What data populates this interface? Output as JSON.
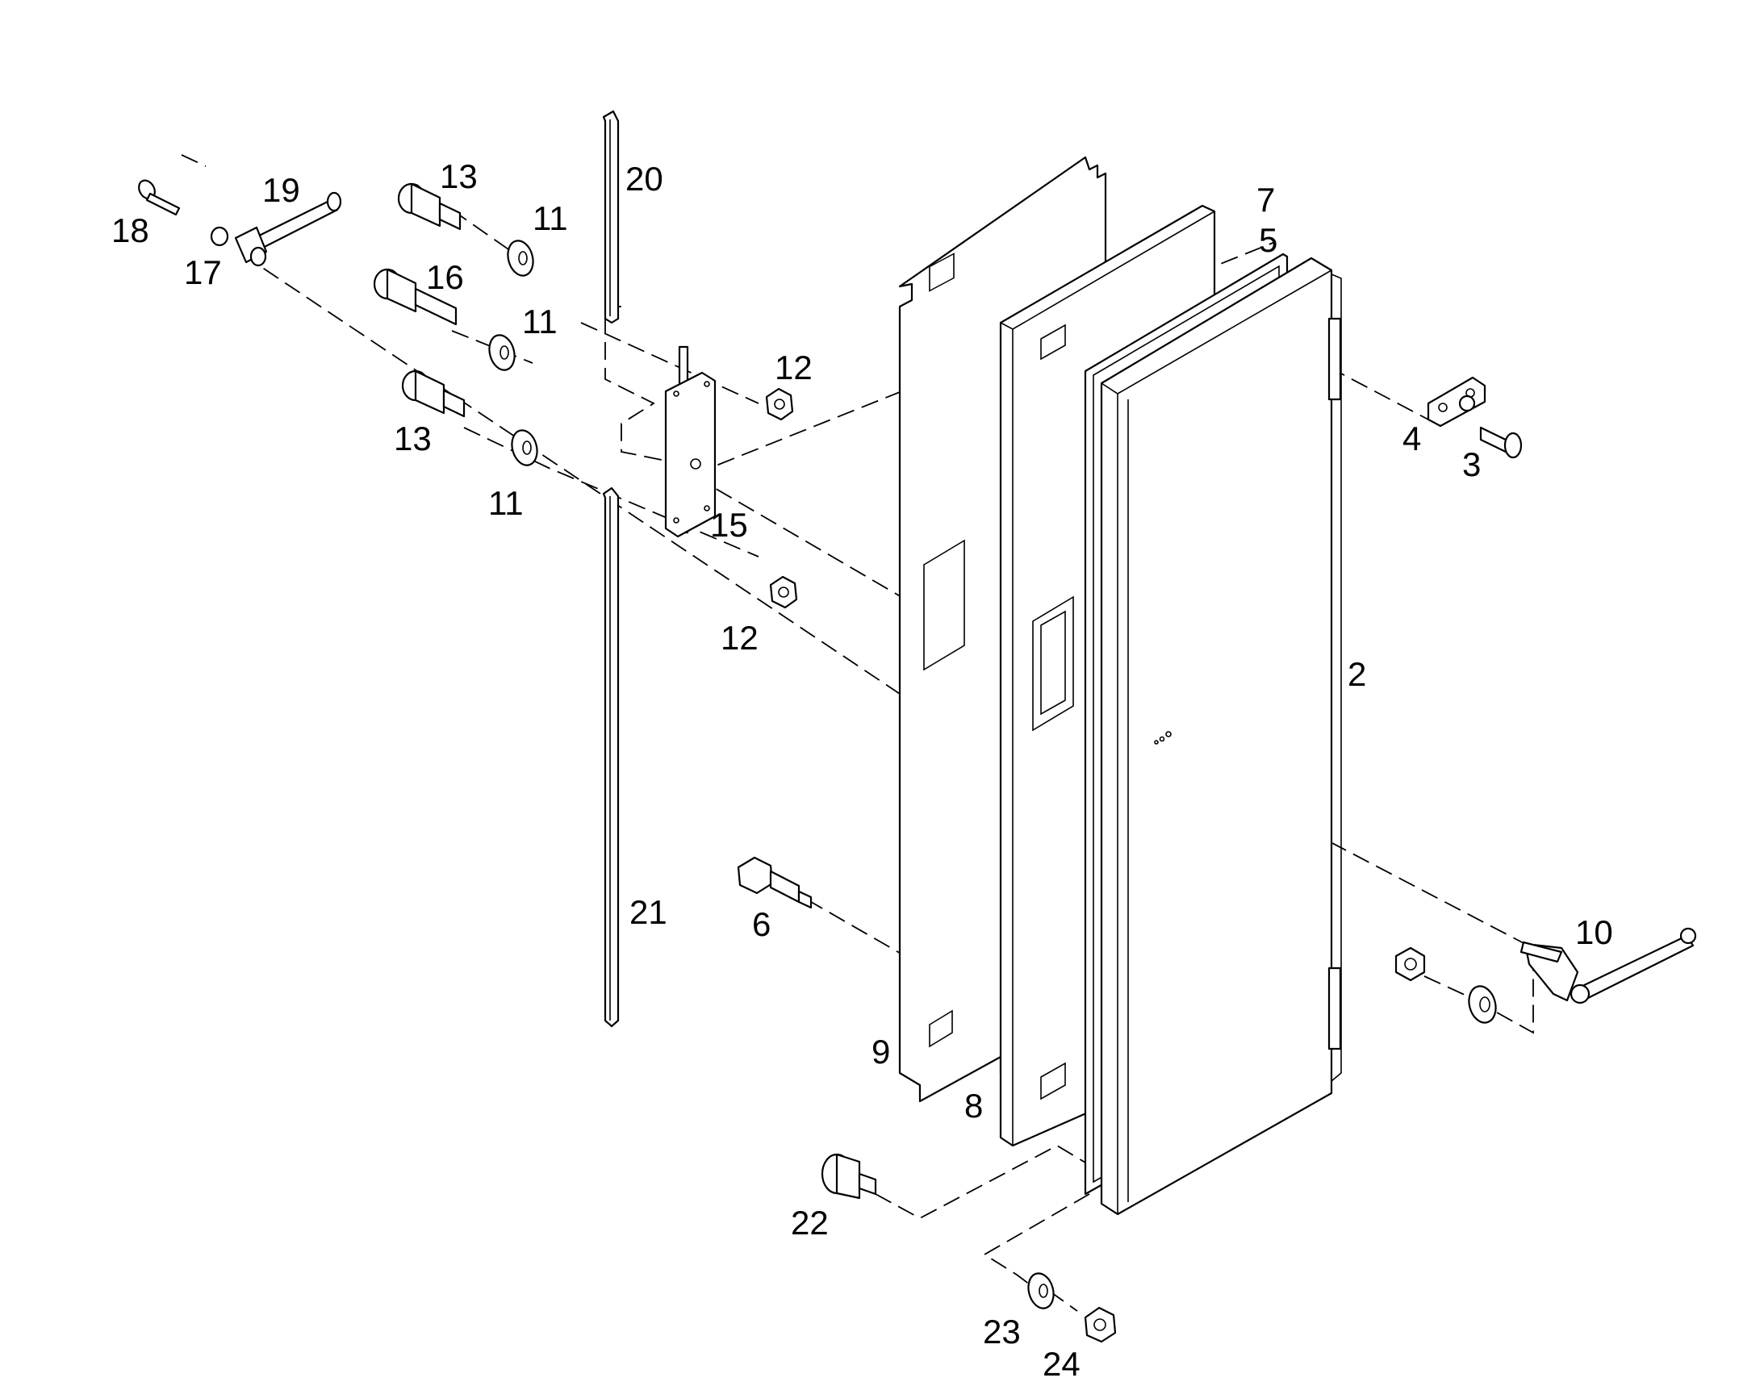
{
  "diagram": {
    "callouts": [
      {
        "id": "18",
        "text": "18"
      },
      {
        "id": "19",
        "text": "19"
      },
      {
        "id": "17",
        "text": "17"
      },
      {
        "id": "13a",
        "text": "13"
      },
      {
        "id": "11a",
        "text": "11"
      },
      {
        "id": "16",
        "text": "16"
      },
      {
        "id": "11b",
        "text": "11"
      },
      {
        "id": "13b",
        "text": "13"
      },
      {
        "id": "11c",
        "text": "11"
      },
      {
        "id": "20",
        "text": "20"
      },
      {
        "id": "12a",
        "text": "12"
      },
      {
        "id": "15",
        "text": "15"
      },
      {
        "id": "12b",
        "text": "12"
      },
      {
        "id": "21",
        "text": "21"
      },
      {
        "id": "6",
        "text": "6"
      },
      {
        "id": "9",
        "text": "9"
      },
      {
        "id": "8",
        "text": "8"
      },
      {
        "id": "7",
        "text": "7"
      },
      {
        "id": "5",
        "text": "5"
      },
      {
        "id": "4",
        "text": "4"
      },
      {
        "id": "3",
        "text": "3"
      },
      {
        "id": "2",
        "text": "2"
      },
      {
        "id": "10",
        "text": "10"
      },
      {
        "id": "22",
        "text": "22"
      },
      {
        "id": "23",
        "text": "23"
      },
      {
        "id": "24",
        "text": "24"
      }
    ]
  }
}
